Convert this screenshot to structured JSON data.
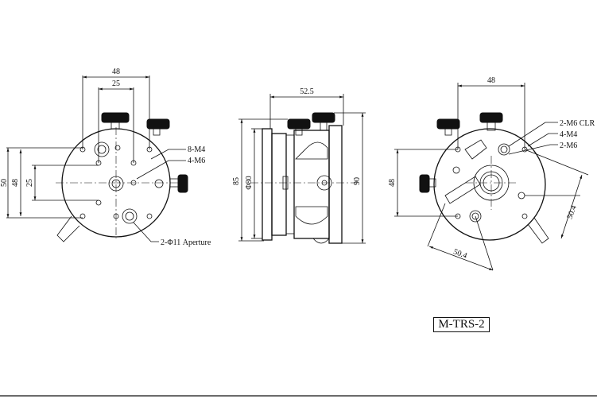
{
  "front_view": {
    "dim_top_outer": "48",
    "dim_top_inner": "25",
    "dim_left_outer": "50",
    "dim_left_mid": "48",
    "dim_left_inner": "25",
    "callout_8m4": "8-M4",
    "callout_4m6": "4-M6",
    "callout_aperture": "2-Φ11 Aperture"
  },
  "side_view": {
    "dim_width": "52.5",
    "dim_85": "85",
    "dim_80": "Φ80",
    "dim_90": "90"
  },
  "rear_view": {
    "dim_top": "48",
    "dim_left": "48",
    "dim_diag_right": "50.4",
    "dim_diag_bottom": "50.4",
    "callout_m6clr": "2-M6 CLR",
    "callout_4m4": "4-M4",
    "callout_2m6": "2-M6"
  },
  "model_label": "M-TRS-2"
}
